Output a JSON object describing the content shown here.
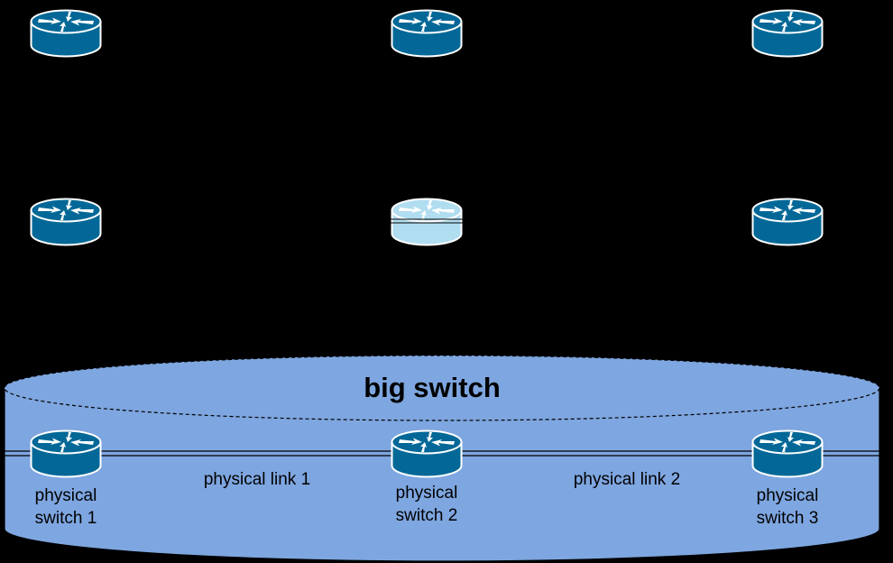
{
  "diagram": {
    "title": "big switch",
    "colors": {
      "background": "#000000",
      "cylinder_fill": "#7EA6E0",
      "router_dark": "#036897",
      "router_light": "#B1DDF0",
      "link": "#000000"
    },
    "icons": [
      "router-icon"
    ],
    "top_row_routers": 3,
    "middle_row_routers": 3,
    "highlighted_router": "middle-center",
    "physical_switches": [
      {
        "line1": "physical",
        "line2": "switch 1"
      },
      {
        "line1": "physical",
        "line2": "switch 2"
      },
      {
        "line1": "physical",
        "line2": "switch 3"
      }
    ],
    "physical_links": [
      {
        "label": "physical link 1"
      },
      {
        "label": "physical link 2"
      }
    ]
  }
}
